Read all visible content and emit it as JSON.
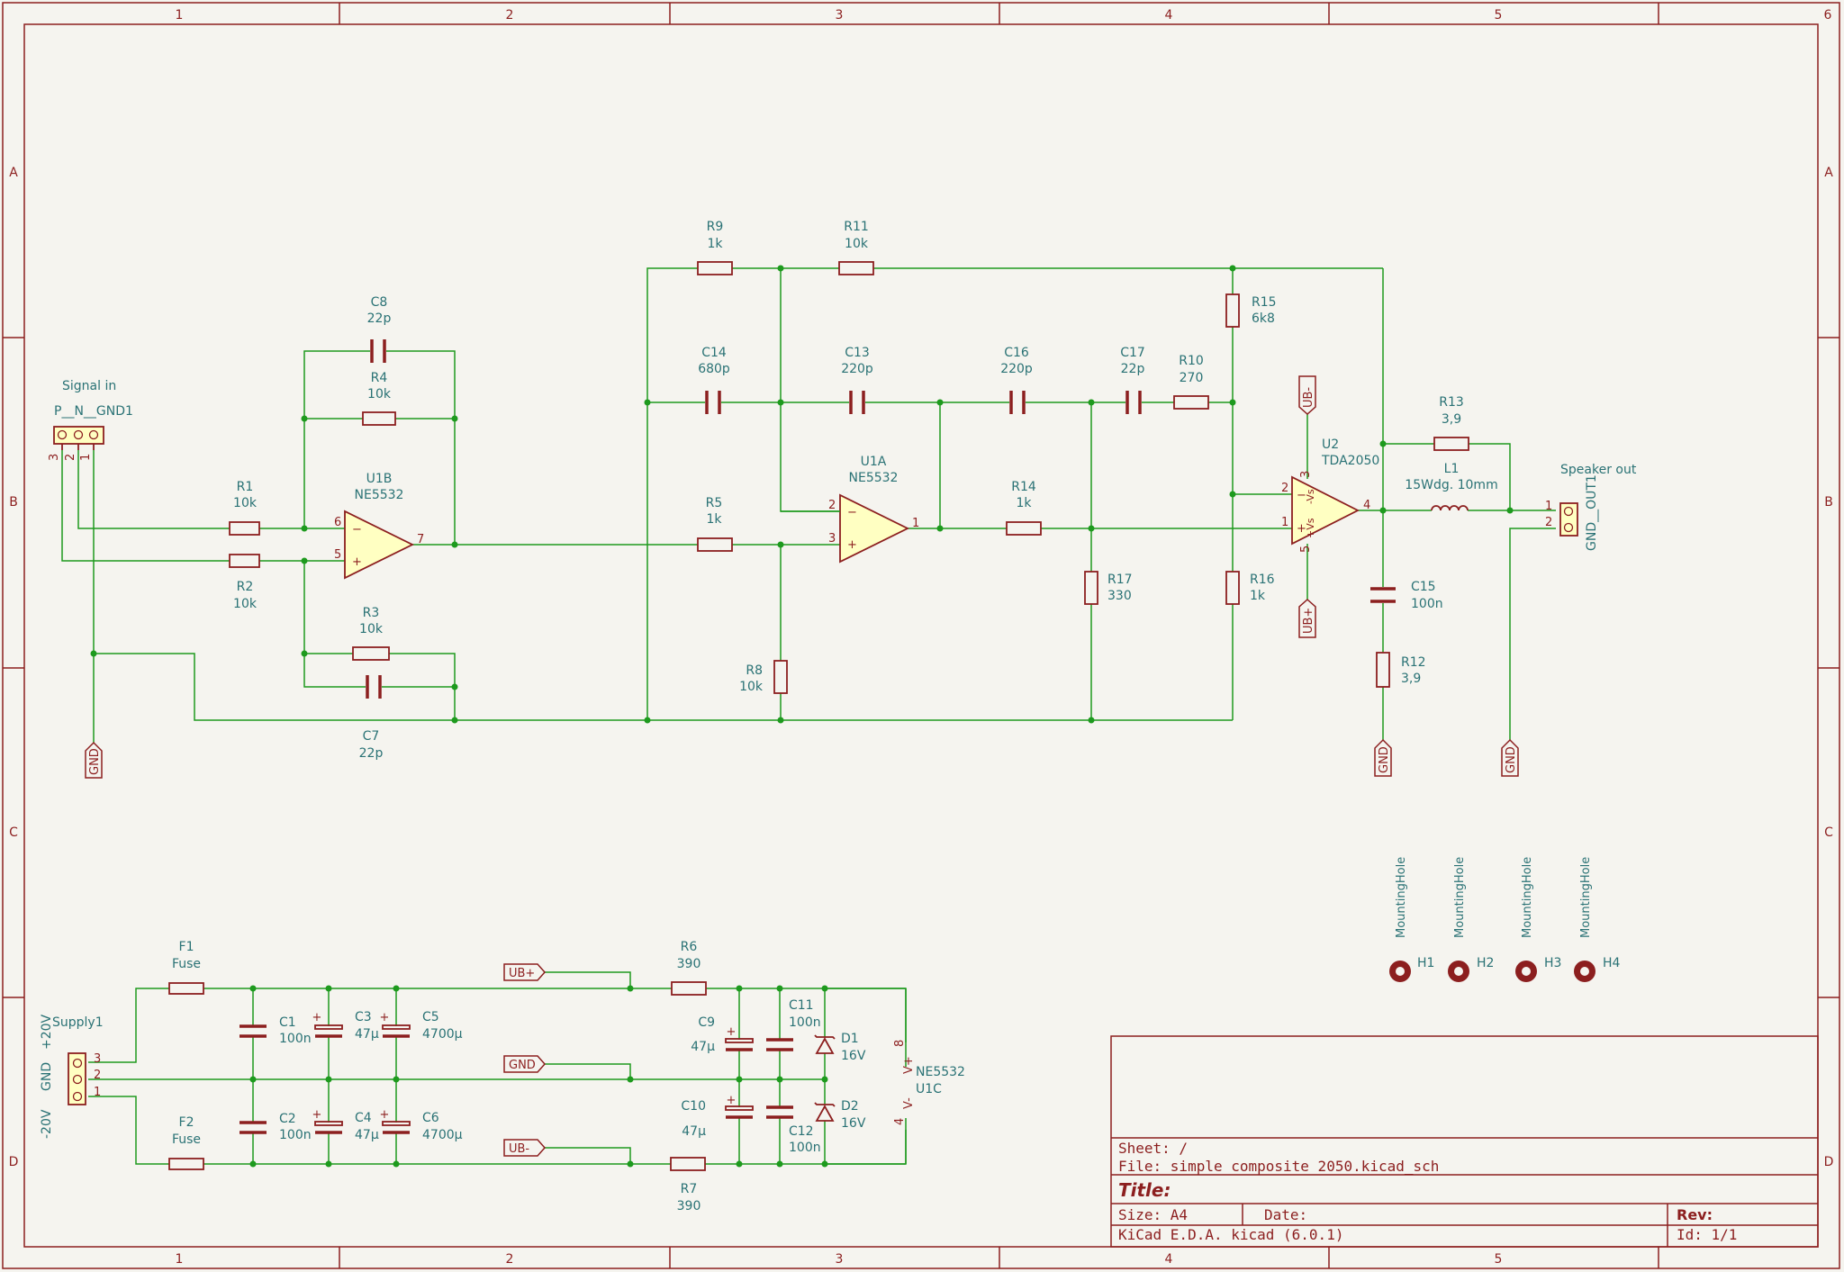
{
  "grid": {
    "columns": [
      "1",
      "2",
      "3",
      "4",
      "5",
      "6"
    ],
    "rows": [
      "A",
      "B",
      "C",
      "D"
    ]
  },
  "title_block": {
    "sheet": "Sheet: /",
    "file": "File: simple composite 2050.kicad_sch",
    "title": "Title:",
    "size": "Size: A4",
    "date": "Date:",
    "rev": "Rev:",
    "tool": "KiCad E.D.A.  kicad (6.0.1)",
    "id": "Id: 1/1"
  },
  "components": {
    "signal_in": {
      "value": "Signal in",
      "ref": "P__N__GND1",
      "pins": [
        "3",
        "2",
        "1"
      ]
    },
    "speaker_out": {
      "value": "Speaker out",
      "ref": "GND__OUT1",
      "pins": [
        "1",
        "2"
      ]
    },
    "supply": {
      "ref": "Supply1",
      "pins": [
        "3",
        "2",
        "1"
      ],
      "labels": [
        "+20V",
        "GND",
        "-20V"
      ]
    },
    "R1": {
      "ref": "R1",
      "value": "10k"
    },
    "R2": {
      "ref": "R2",
      "value": "10k"
    },
    "R3": {
      "ref": "R3",
      "value": "10k"
    },
    "R4": {
      "ref": "R4",
      "value": "10k"
    },
    "R5": {
      "ref": "R5",
      "value": "1k"
    },
    "R6": {
      "ref": "R6",
      "value": "390"
    },
    "R7": {
      "ref": "R7",
      "value": "390"
    },
    "R8": {
      "ref": "R8",
      "value": "10k"
    },
    "R9": {
      "ref": "R9",
      "value": "1k"
    },
    "R10": {
      "ref": "R10",
      "value": "270"
    },
    "R11": {
      "ref": "R11",
      "value": "10k"
    },
    "R12": {
      "ref": "R12",
      "value": "3,9"
    },
    "R13": {
      "ref": "R13",
      "value": "3,9"
    },
    "R14": {
      "ref": "R14",
      "value": "1k"
    },
    "R15": {
      "ref": "R15",
      "value": "6k8"
    },
    "R16": {
      "ref": "R16",
      "value": "1k"
    },
    "R17": {
      "ref": "R17",
      "value": "330"
    },
    "C1": {
      "ref": "C1",
      "value": "100n"
    },
    "C2": {
      "ref": "C2",
      "value": "100n"
    },
    "C3": {
      "ref": "C3",
      "value": "47µ"
    },
    "C4": {
      "ref": "C4",
      "value": "47µ"
    },
    "C5": {
      "ref": "C5",
      "value": "4700µ"
    },
    "C6": {
      "ref": "C6",
      "value": "4700µ"
    },
    "C7": {
      "ref": "C7",
      "value": "22p"
    },
    "C8": {
      "ref": "C8",
      "value": "22p"
    },
    "C9": {
      "ref": "C9",
      "value": "47µ"
    },
    "C10": {
      "ref": "C10",
      "value": "47µ"
    },
    "C11": {
      "ref": "C11",
      "value": "100n"
    },
    "C12": {
      "ref": "C12",
      "value": "100n"
    },
    "C13": {
      "ref": "C13",
      "value": "220p"
    },
    "C14": {
      "ref": "C14",
      "value": "680p"
    },
    "C15": {
      "ref": "C15",
      "value": "100n"
    },
    "C16": {
      "ref": "C16",
      "value": "220p"
    },
    "C17": {
      "ref": "C17",
      "value": "22p"
    },
    "D1": {
      "ref": "D1",
      "value": "16V"
    },
    "D2": {
      "ref": "D2",
      "value": "16V"
    },
    "F1": {
      "ref": "F1",
      "value": "Fuse"
    },
    "F2": {
      "ref": "F2",
      "value": "Fuse"
    },
    "L1": {
      "ref": "L1",
      "value": "15Wdg. 10mm"
    },
    "U1A": {
      "ref": "U1A",
      "value": "NE5532",
      "pins": [
        "2",
        "3",
        "1"
      ]
    },
    "U1B": {
      "ref": "U1B",
      "value": "NE5532",
      "pins": [
        "6",
        "5",
        "7"
      ]
    },
    "U1C": {
      "ref": "U1C",
      "value": "NE5532",
      "pins": [
        "8",
        "4"
      ],
      "rails": [
        "V+",
        "V-"
      ]
    },
    "U2": {
      "ref": "U2",
      "value": "TDA2050",
      "pins": [
        "2",
        "1",
        "4",
        "3",
        "5"
      ],
      "rails": [
        "-Vs",
        "+Vs"
      ]
    },
    "H1": {
      "ref": "H1",
      "value": "MountingHole"
    },
    "H2": {
      "ref": "H2",
      "value": "MountingHole"
    },
    "H3": {
      "ref": "H3",
      "value": "MountingHole"
    },
    "H4": {
      "ref": "H4",
      "value": "MountingHole"
    }
  },
  "net_labels": {
    "gnd": "GND",
    "ub_plus": "UB+",
    "ub_minus": "UB-"
  },
  "opamp_signs": {
    "minus": "−",
    "plus": "+"
  }
}
